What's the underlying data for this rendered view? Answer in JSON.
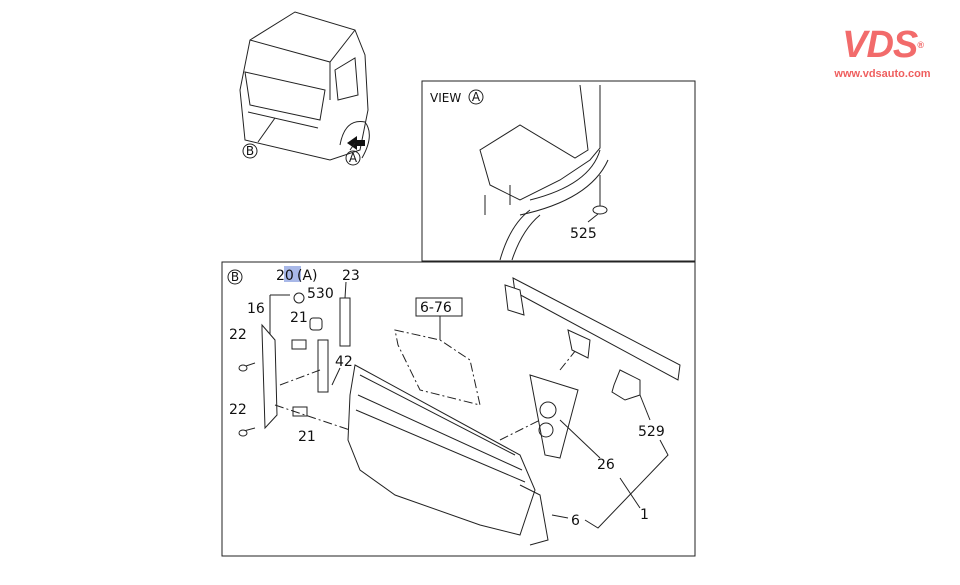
{
  "logo": {
    "brand": "VDS",
    "registered": "®",
    "url": "www.vdsauto.com",
    "color": "#f26b6b"
  },
  "cab_view": {
    "callout_b": "B",
    "callout_a": "A"
  },
  "view_a": {
    "title": "VIEW",
    "title_callout": "A",
    "part_525": "525"
  },
  "detail_b": {
    "callout": "B",
    "highlight_color": "#a8b8e8",
    "labels": {
      "p20_num": "20",
      "p20_suffix": "(A)",
      "p530": "530",
      "p23": "23",
      "p16": "16",
      "p21_top": "21",
      "p22_top": "22",
      "p42": "42",
      "p22_bottom": "22",
      "p21_bottom": "21",
      "p6_76": "6-76",
      "p529": "529",
      "p26": "26",
      "p1": "1",
      "p6": "6"
    }
  }
}
